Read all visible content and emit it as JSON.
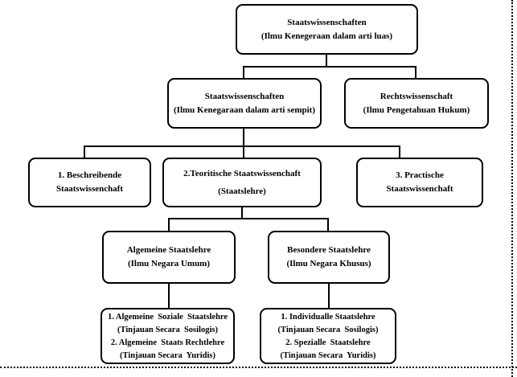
{
  "page": {
    "background": "#ffffff",
    "line_color": "#000000",
    "border_style": "dotted"
  },
  "diagram": {
    "nodes": {
      "root": {
        "lines": [
          "Staatswissenschaften",
          "(Ilmu Kenegeraan dalam arti luas)"
        ]
      },
      "staats_sempit": {
        "lines": [
          "Staatswissenschaften",
          "(Ilmu Kenegaraan dalam arti sempit)"
        ]
      },
      "rechts": {
        "lines": [
          "Rechtswissenschaft",
          "(Ilmu Pengetahuan Hukum)"
        ]
      },
      "beschreibende": {
        "lines": [
          "1. Beschreibende",
          "Staatswissenchaft"
        ]
      },
      "teoritische": {
        "lines": [
          "2.Teoritische Staatswissenchaft",
          "(Staatslehre)"
        ]
      },
      "practische": {
        "lines": [
          "3. Practische",
          "Staatswissenchaft"
        ]
      },
      "algemeine": {
        "lines": [
          "Algemeine Staatslehre",
          "(Ilmu Negara Umum)"
        ]
      },
      "besondere": {
        "lines": [
          "Besondere Staatslehre",
          "(Ilmu Negara Khusus)"
        ]
      },
      "algemeine_detail": {
        "lines": [
          "1. Algemeine  Soziale  Staatslehre",
          "(Tinjauan Secara  Sosilogis)",
          "2. Algemeine  Staats Rechtlehre",
          "(Tinjauan Secara  Yuridis)"
        ]
      },
      "besondere_detail": {
        "lines": [
          "1. Individualle Staatslehre",
          "(Tinjauan Secara  Sosilogis)",
          "2. Spezialle  Staatslehre",
          "(Tinjauan Secara  Yuridis)"
        ]
      }
    }
  }
}
